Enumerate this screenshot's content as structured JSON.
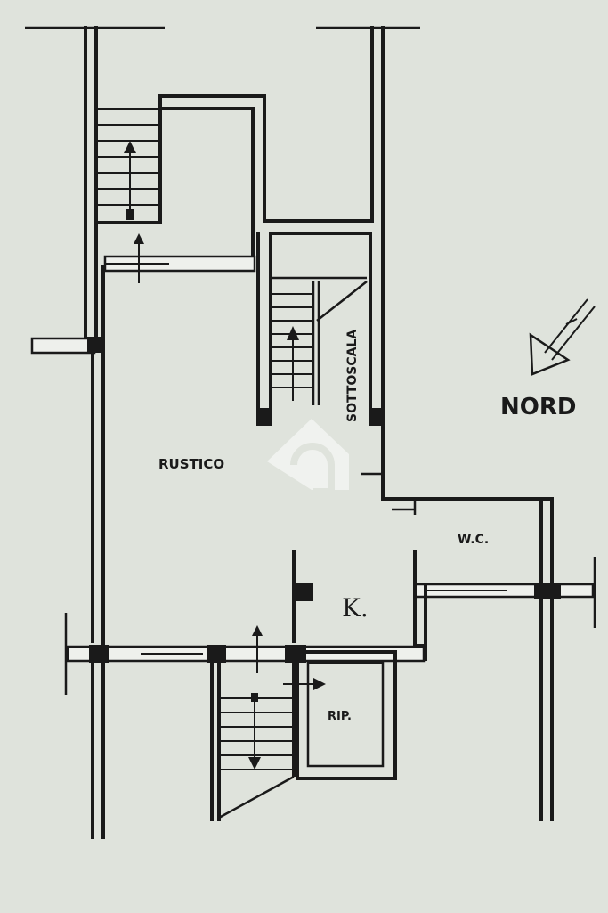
{
  "rooms": {
    "rustico": "RUSTICO",
    "sottoscala": "SOTTOSCALA",
    "wc": "W.C.",
    "kitchen": "K.",
    "ripostiglio": "RIP."
  },
  "compass": {
    "label": "NORD"
  }
}
